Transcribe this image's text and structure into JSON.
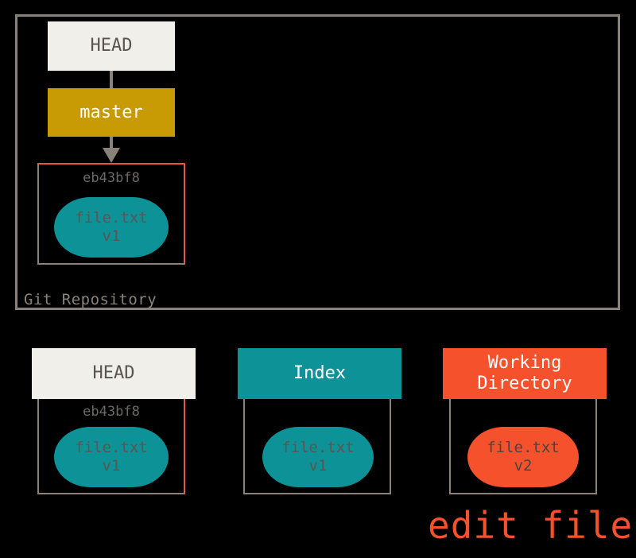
{
  "repository": {
    "label": "Git Repository",
    "head_ref": {
      "label": "HEAD"
    },
    "branch_ref": {
      "label": "master"
    },
    "commit": {
      "hash": "eb43bf8",
      "blob": {
        "filename": "file.txt",
        "version": "v1"
      }
    }
  },
  "areas": [
    {
      "id": "head",
      "title": "HEAD",
      "hash": "eb43bf8",
      "blob": {
        "filename": "file.txt",
        "version": "v1"
      }
    },
    {
      "id": "index",
      "title": "Index",
      "hash": "",
      "blob": {
        "filename": "file.txt",
        "version": "v1"
      }
    },
    {
      "id": "working-directory",
      "title": "Working\nDirectory",
      "title_line1": "Working",
      "title_line2": "Directory",
      "hash": "",
      "blob": {
        "filename": "file.txt",
        "version": "v2"
      }
    }
  ],
  "caption": {
    "text": "edit file"
  },
  "colors": {
    "background": "#000000",
    "frame_border": "#8a827a",
    "head_fill": "#f0efe9",
    "head_text": "#595450",
    "branch_fill": "#c89b05",
    "branch_text": "#ffffff",
    "index_fill": "#0d9298",
    "index_text": "#ffffff",
    "workdir_fill": "#f4512c",
    "workdir_text": "#ffffff",
    "blob_teal": "#0d9298",
    "blob_red": "#f4512c",
    "blob_text": "#5c5650",
    "hash_text": "#6e6862",
    "label_text": "#8a827a",
    "caption_text": "#f4512c",
    "commit_accent_border": "#e05a45"
  }
}
